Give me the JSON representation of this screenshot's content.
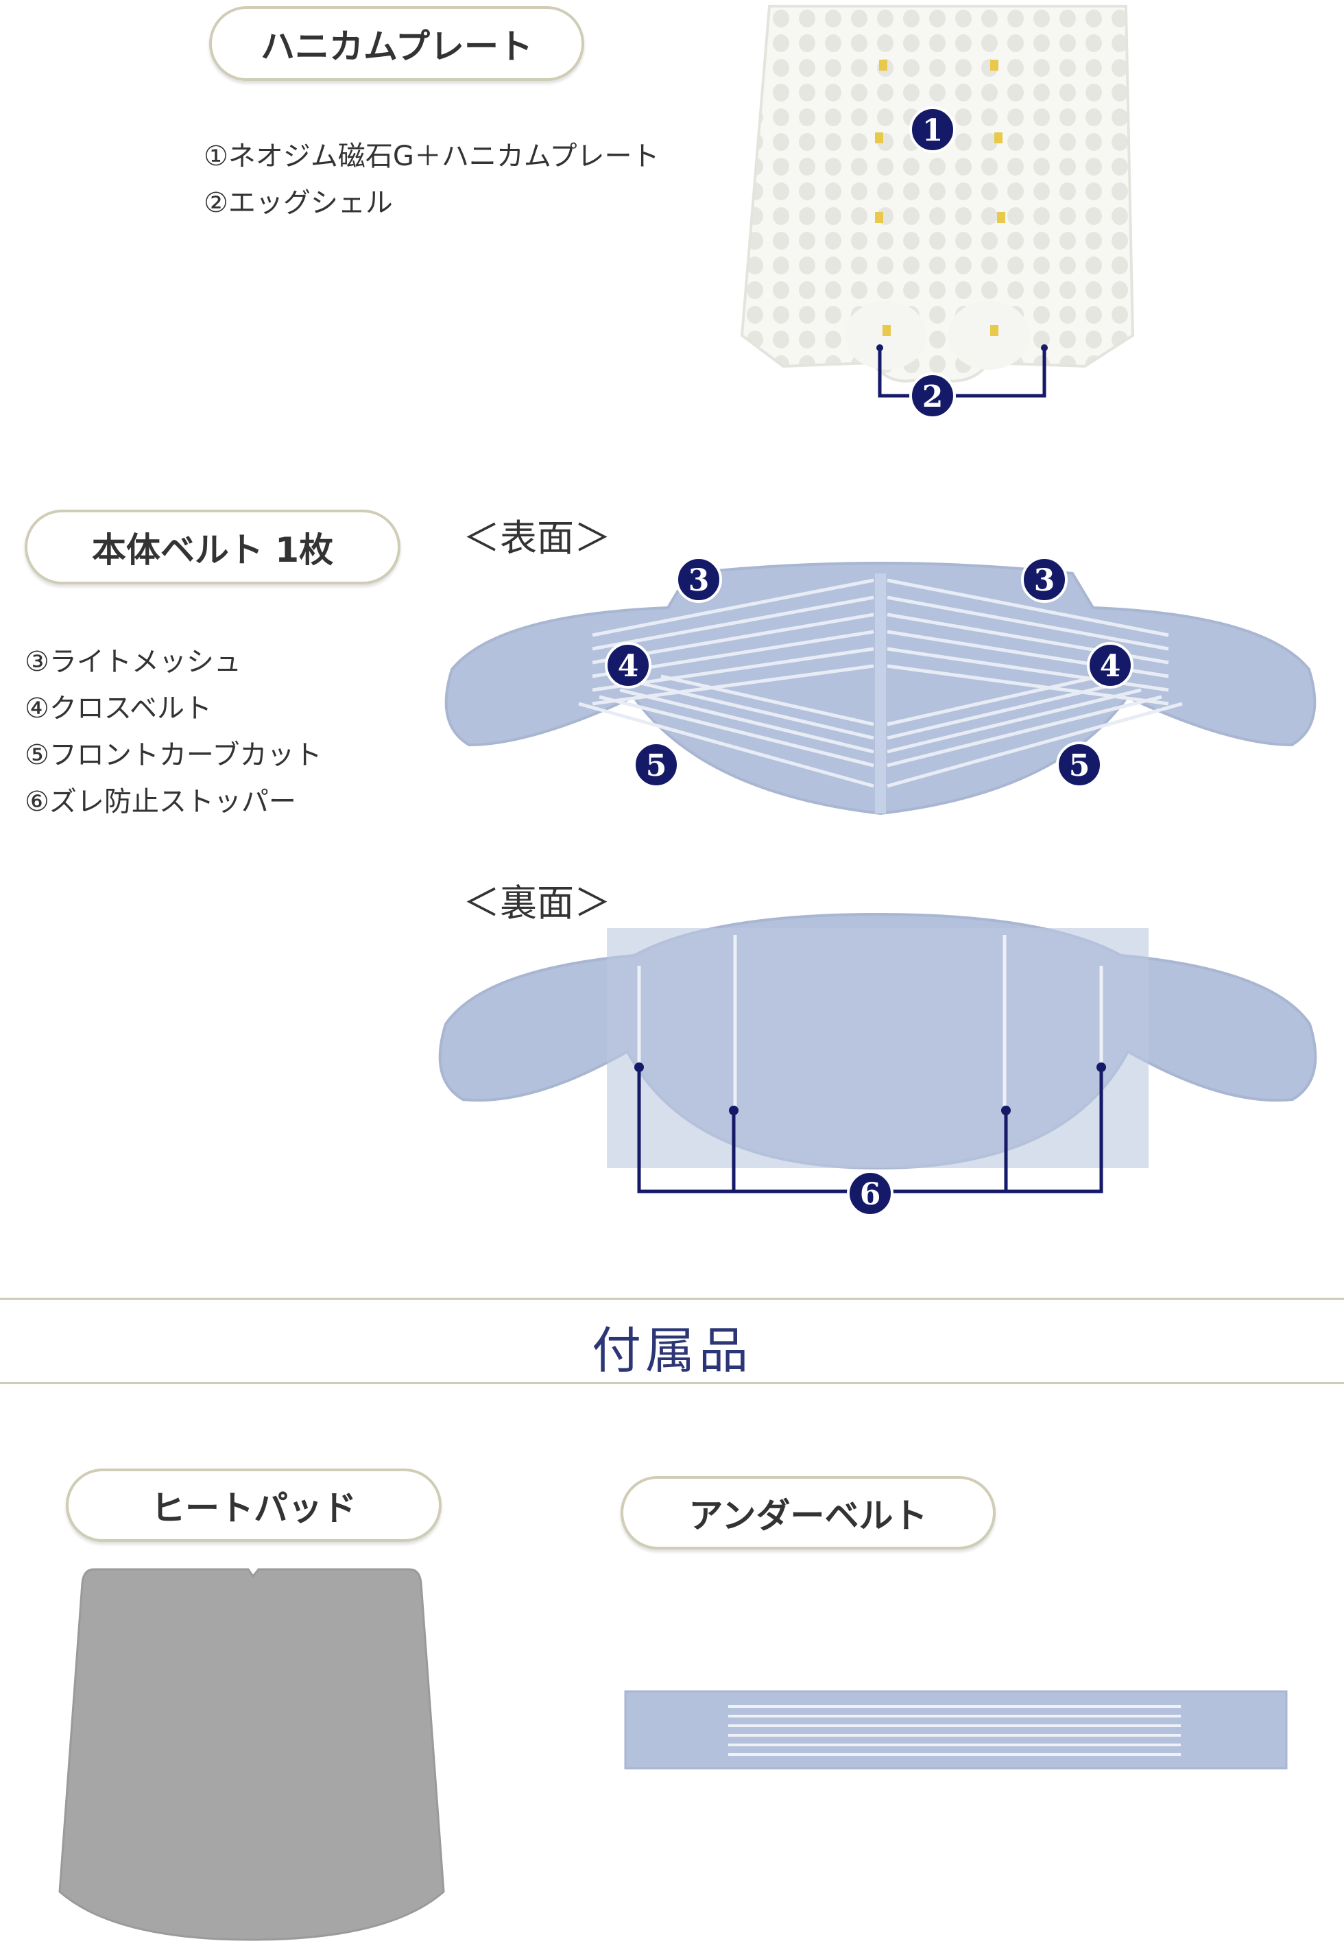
{
  "honeycomb": {
    "title": "ハニカムプレート",
    "items": [
      "①ネオジム磁石G＋ハニカムプレート",
      "②エッグシェル"
    ],
    "badges": [
      "1",
      "2"
    ]
  },
  "belt": {
    "title": "本体ベルト 1枚",
    "items": [
      "③ライトメッシュ",
      "④クロスベルト",
      "⑤フロントカーブカット",
      "⑥ズレ防止ストッパー"
    ],
    "front_label": "＜表面＞",
    "back_label": "＜裏面＞",
    "badges": [
      "3",
      "4",
      "5",
      "6"
    ]
  },
  "accessories": {
    "title": "付属品",
    "heat_pad": "ヒートパッド",
    "under_belt": "アンダーベルト"
  },
  "colors": {
    "navy": "#151a68",
    "belt": "#b4c1dc",
    "pill_border": "#cfcdb6"
  }
}
